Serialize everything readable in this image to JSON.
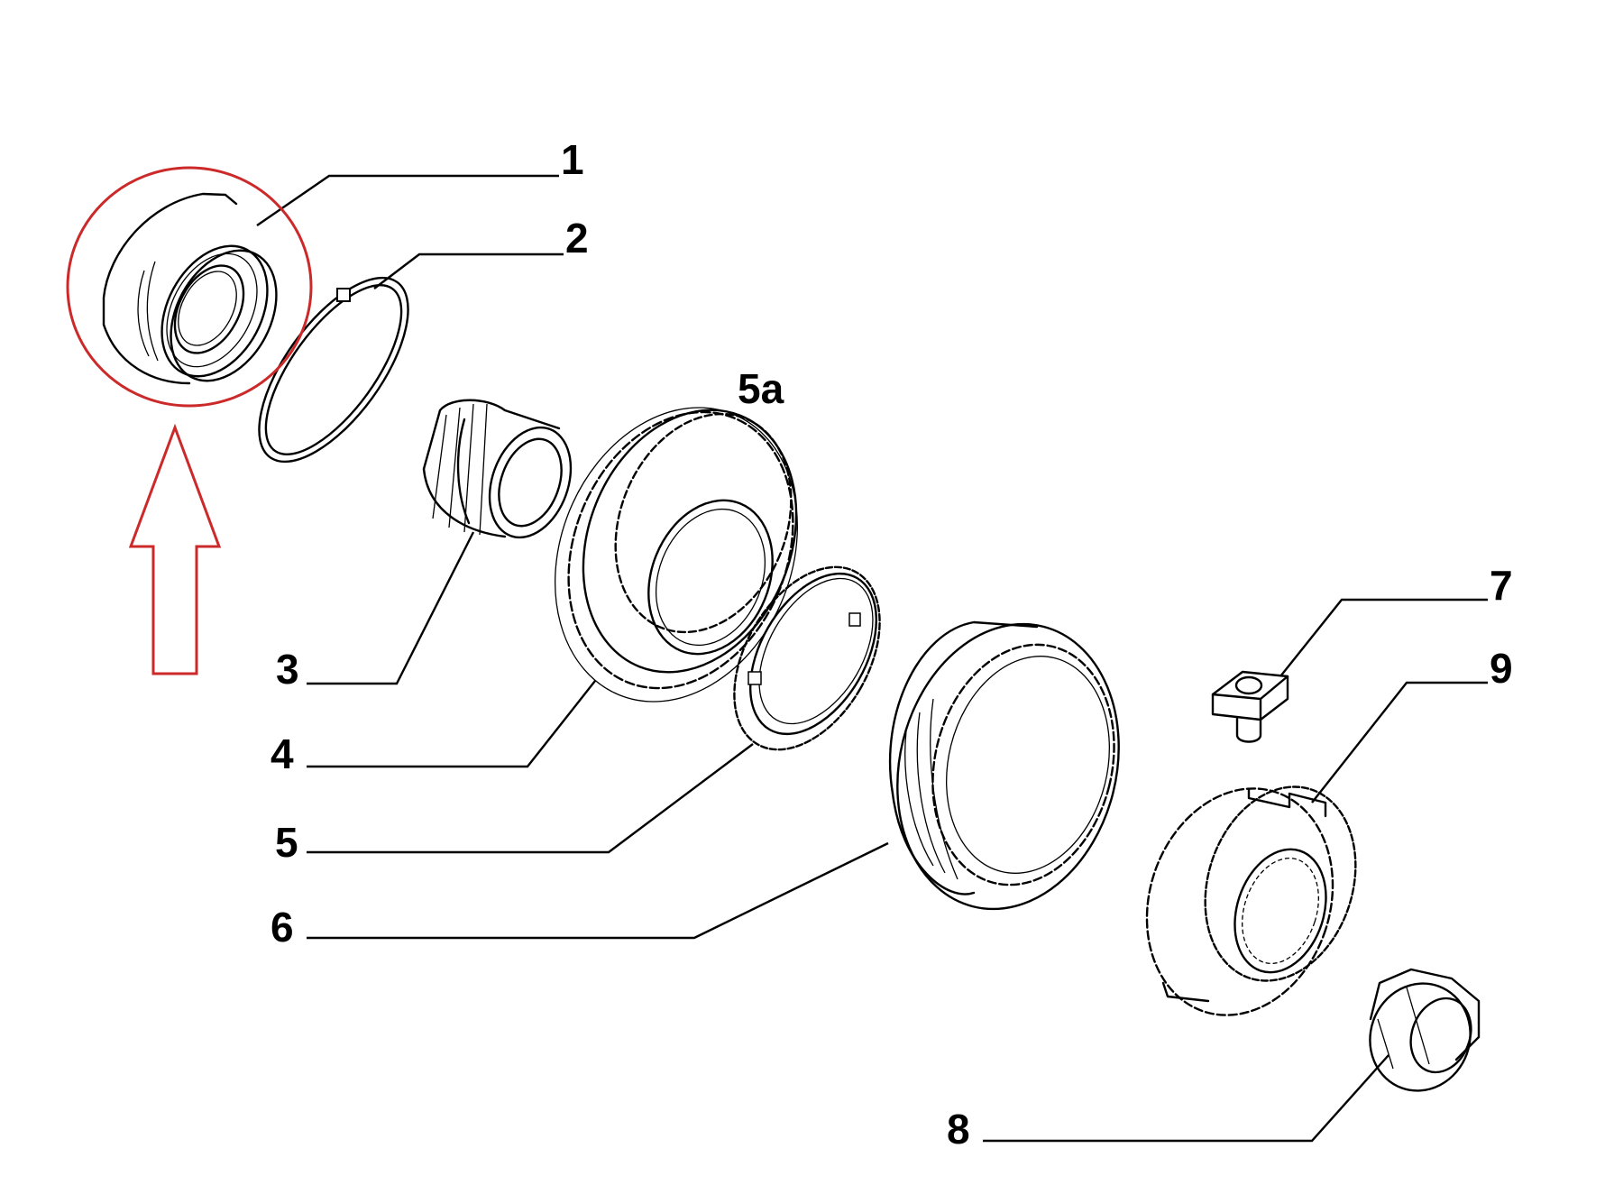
{
  "callouts": {
    "c1": "1",
    "c2": "2",
    "c3": "3",
    "c4": "4",
    "c5": "5",
    "c5a": "5a",
    "c6": "6",
    "c7": "7",
    "c8": "8",
    "c9": "9"
  },
  "highlight": {
    "color": "#cc2a2a",
    "target_callout": "1"
  }
}
